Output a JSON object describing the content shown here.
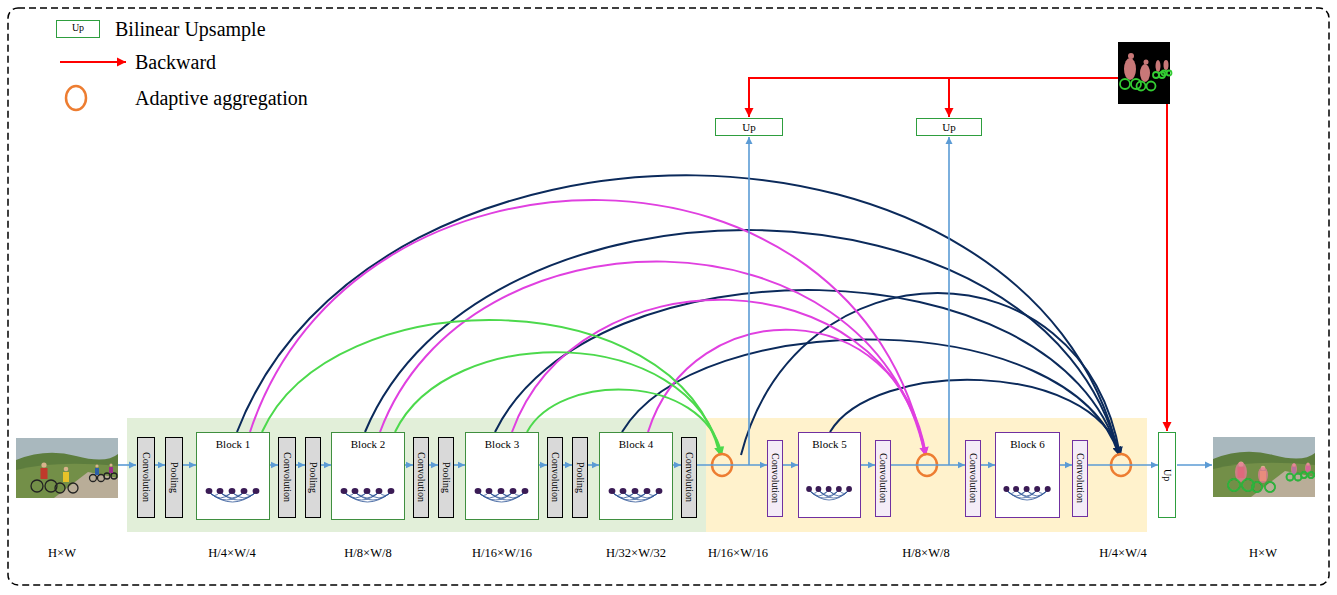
{
  "diagram": {
    "nodes": [
      {
        "text": [
          "Up"
        ]
      },
      {
        "text": [
          "Up"
        ]
      },
      {
        "text": [
          "Convolution"
        ]
      },
      {
        "text": [
          "Pooling"
        ]
      },
      {
        "text": [
          "Block 1"
        ]
      },
      {
        "text": [
          "Convolution"
        ]
      },
      {
        "text": [
          "Pooling"
        ]
      },
      {
        "text": [
          "Block 2"
        ]
      },
      {
        "text": [
          "Convolution"
        ]
      },
      {
        "text": [
          "Pooling"
        ]
      },
      {
        "text": [
          "Block 3"
        ]
      },
      {
        "text": [
          "Convolution"
        ]
      },
      {
        "text": [
          "Pooling"
        ]
      },
      {
        "text": [
          "Block 4"
        ]
      },
      {
        "text": [
          "Convolution"
        ]
      },
      {
        "text": [
          "Convolution"
        ]
      },
      {
        "text": [
          "Block 5"
        ]
      },
      {
        "text": [
          "Convolution"
        ]
      },
      {
        "text": [
          "Convolution"
        ]
      },
      {
        "text": [
          "Block 6"
        ]
      },
      {
        "text": [
          "Convolution"
        ]
      },
      {
        "text": [
          "Up"
        ]
      }
    ],
    "edges": [
      {
        "from": 2,
        "to": 3,
        "arrow": "to"
      },
      {
        "from": 3,
        "to": 4,
        "arrow": "to"
      },
      {
        "from": 4,
        "to": 5,
        "arrow": "to"
      },
      {
        "from": 5,
        "to": 6,
        "arrow": "to"
      },
      {
        "from": 6,
        "to": 7,
        "arrow": "to"
      },
      {
        "from": 7,
        "to": 8,
        "arrow": "to"
      },
      {
        "from": 8,
        "to": 9,
        "arrow": "to"
      },
      {
        "from": 9,
        "to": 10,
        "arrow": "to"
      },
      {
        "from": 10,
        "to": 11,
        "arrow": "to"
      },
      {
        "from": 11,
        "to": 12,
        "arrow": "to"
      },
      {
        "from": 12,
        "to": 13,
        "arrow": "to"
      },
      {
        "from": 13,
        "to": 14,
        "arrow": "to"
      },
      {
        "from": 14,
        "to": 15,
        "arrow": "to"
      },
      {
        "from": 15,
        "to": 16,
        "arrow": "to"
      },
      {
        "from": 16,
        "to": 17,
        "arrow": "to"
      },
      {
        "from": 17,
        "to": 18,
        "arrow": "to"
      },
      {
        "from": 18,
        "to": 19,
        "arrow": "to"
      },
      {
        "from": 19,
        "to": 20,
        "arrow": "to"
      },
      {
        "from": 20,
        "to": 21,
        "arrow": "to"
      }
    ],
    "labels": [
      "Up",
      "H×W",
      "H/4×W/4",
      "H/8×W/8",
      "H/16×W/16",
      "H/32×W/32",
      "H/16×W/16",
      "H/8×W/8",
      "H/4×W/4",
      "H×W"
    ],
    "legend": [
      {
        "text": "Bilinear Upsample"
      },
      {
        "text": "Backward"
      },
      {
        "text": "Adaptive aggregation"
      }
    ]
  }
}
